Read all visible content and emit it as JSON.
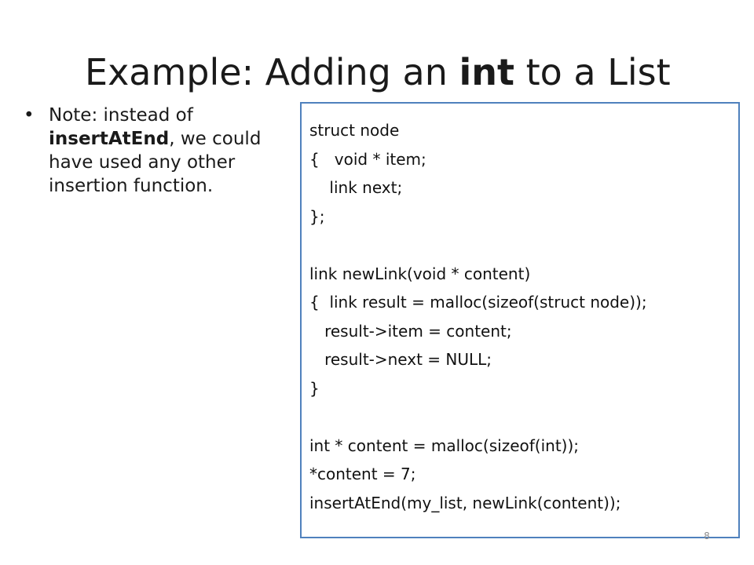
{
  "slide": {
    "title": {
      "prefix": "Example: Adding an ",
      "bold": "int",
      "suffix": " to a List"
    },
    "bullet": {
      "symbol": "•",
      "text_before": "Note: instead of ",
      "bold": "insertAtEnd",
      "text_after": ", we could have used any other insertion function."
    },
    "code_lines": [
      "struct node",
      "{   void * item;",
      "    link next;",
      "};",
      "",
      "link newLink(void * content)",
      "{  link result = malloc(sizeof(struct node));",
      "   result->item = content;",
      "   result->next = NULL;",
      "}",
      "",
      "int * content = malloc(sizeof(int));",
      "*content = 7;",
      "insertAtEnd(my_list, newLink(content));"
    ],
    "page_number": "8",
    "colors": {
      "code_border": "#4f81bd",
      "text": "#1a1a1a",
      "page_number": "#8c8c8c"
    }
  }
}
